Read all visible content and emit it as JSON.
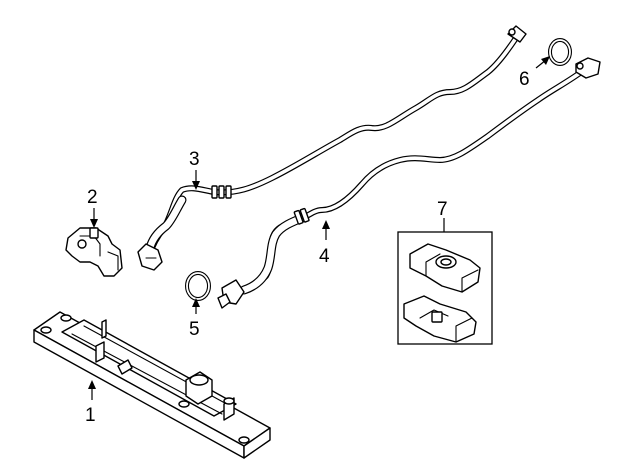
{
  "diagram": {
    "callouts": [
      {
        "id": "1",
        "text": "1"
      },
      {
        "id": "2",
        "text": "2"
      },
      {
        "id": "3",
        "text": "3"
      },
      {
        "id": "4",
        "text": "4"
      },
      {
        "id": "5",
        "text": "5"
      },
      {
        "id": "6",
        "text": "6"
      },
      {
        "id": "7",
        "text": "7"
      }
    ],
    "parts": [
      {
        "ref": "1",
        "icon": "oil-cooler-icon"
      },
      {
        "ref": "2",
        "icon": "bracket-icon"
      },
      {
        "ref": "3",
        "icon": "cooler-line-icon"
      },
      {
        "ref": "4",
        "icon": "cooler-line-icon"
      },
      {
        "ref": "5",
        "icon": "o-ring-icon"
      },
      {
        "ref": "6",
        "icon": "o-ring-icon"
      },
      {
        "ref": "7",
        "icon": "clip-kit-icon"
      }
    ]
  }
}
